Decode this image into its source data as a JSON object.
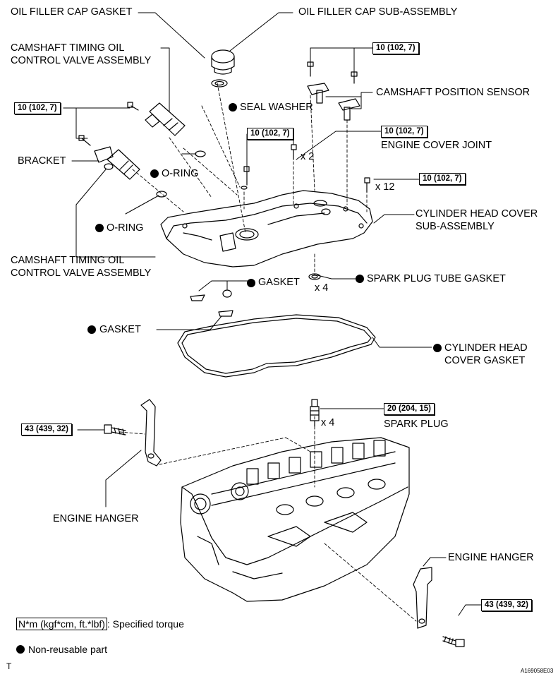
{
  "labels": {
    "oil_filler_cap_gasket": "OIL FILLER CAP GASKET",
    "oil_filler_cap_sub_assembly": "OIL FILLER CAP SUB-ASSEMBLY",
    "ocv_upper_line1": "CAMSHAFT TIMING OIL",
    "ocv_upper_line2": "CONTROL VALVE ASSEMBLY",
    "camshaft_position_sensor": "CAMSHAFT POSITION SENSOR",
    "seal_washer": "SEAL WASHER",
    "engine_cover_joint": "ENGINE COVER JOINT",
    "bracket": "BRACKET",
    "o_ring_1": "O-RING",
    "o_ring_2": "O-RING",
    "qty_x2": "x 2",
    "qty_x12": "x 12",
    "cylinder_head_cover_line1": "CYLINDER HEAD COVER",
    "cylinder_head_cover_line2": "SUB-ASSEMBLY",
    "ocv_lower_line1": "CAMSHAFT TIMING OIL",
    "ocv_lower_line2": "CONTROL VALVE ASSEMBLY",
    "gasket_1": "GASKET",
    "qty_x4_tube": "x 4",
    "spark_plug_tube_gasket": "SPARK PLUG TUBE GASKET",
    "gasket_2": "GASKET",
    "cylinder_head_cover_gasket_line1": "CYLINDER HEAD",
    "cylinder_head_cover_gasket_line2": "COVER GASKET",
    "qty_x4_plug": "x 4",
    "spark_plug": "SPARK PLUG",
    "engine_hanger_left": "ENGINE HANGER",
    "engine_hanger_right": "ENGINE HANGER"
  },
  "torques": {
    "t_ocv_bolt": "10 (102, 7)",
    "t_cps_bolt": "10 (102, 7)",
    "t_seal_washer_bolt": "10 (102, 7)",
    "t_cover_joint": "10 (102, 7)",
    "t_cover_bolt": "10 (102, 7)",
    "t_spark_plug": "20 (204, 15)",
    "t_hanger_left": "43 (439, 32)",
    "t_hanger_right": "43 (439, 32)"
  },
  "legend": {
    "torque_box": "N*m (kgf*cm, ft.*lbf)",
    "torque_text": ": Specified torque",
    "non_reusable": "Non-reusable part"
  },
  "corner": {
    "left_mark": "T",
    "figure_id": "A169058E03"
  }
}
